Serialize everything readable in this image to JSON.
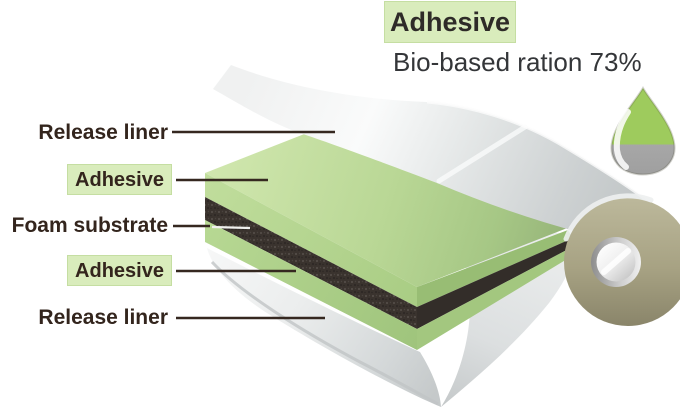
{
  "header": {
    "title": "Adhesive",
    "subtitle": "Bio-based ration 73%"
  },
  "droplet": {
    "meaning": "bio-based content indicator",
    "green_percent": 73,
    "green": "#9ecb5d",
    "gray": "#a7a7a7"
  },
  "layer_labels": [
    {
      "text": "Release liner",
      "boxed": false
    },
    {
      "text": "Adhesive",
      "boxed": true
    },
    {
      "text": "Foam substrate",
      "boxed": false
    },
    {
      "text": "Adhesive",
      "boxed": true
    },
    {
      "text": "Release liner",
      "boxed": false
    }
  ],
  "colors": {
    "label_box_bg": "#d9ecbc",
    "label_box_border": "#c5dea2",
    "label_text": "#33251d",
    "title_text": "#2e2b28",
    "subtitle_text": "#343639",
    "leader_line": "#352820",
    "adhesive_green": "#b6d692",
    "foam_dark": "#3a332e",
    "liner_white": "#eef0f0",
    "roll_tan": "#b0ac8e"
  }
}
